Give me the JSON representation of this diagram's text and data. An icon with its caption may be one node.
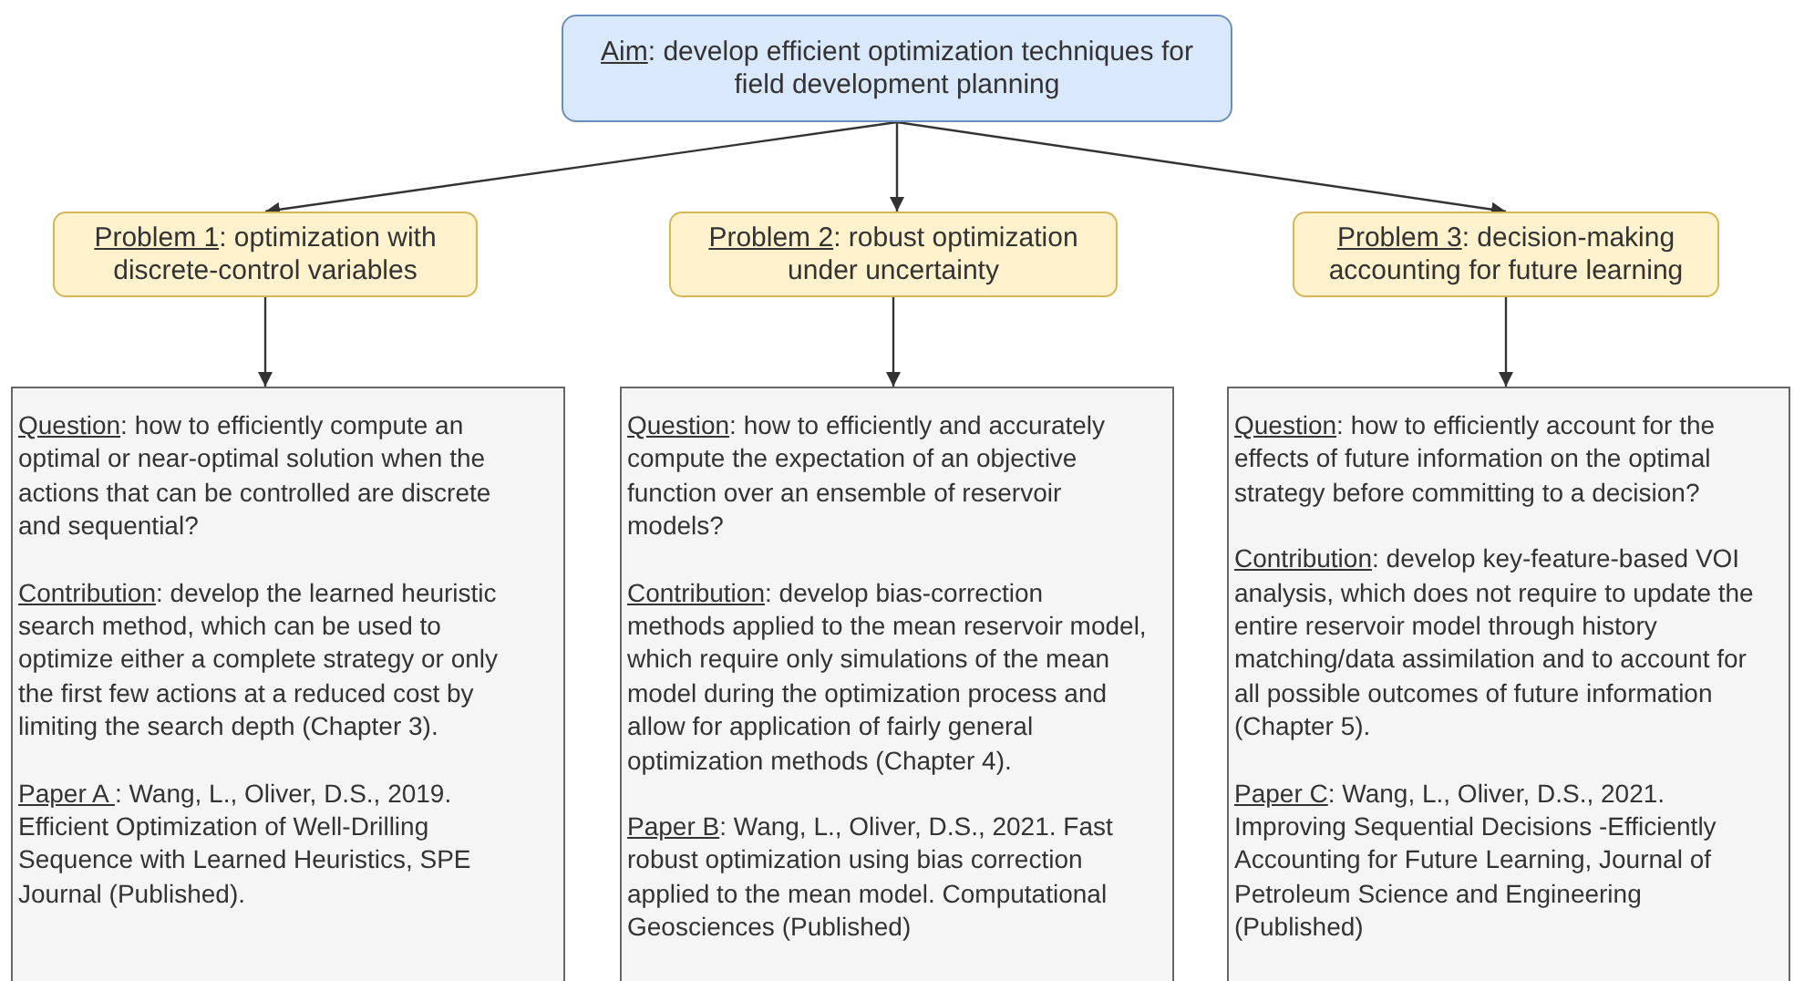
{
  "diagram": {
    "nodes": [
      {
        "text": [
          "Aim: develop efficient optimization techniques for field development planning"
        ]
      },
      {
        "text": [
          "Problem 1: optimization with discrete-control variables"
        ]
      },
      {
        "text": [
          "Problem 2: robust optimization under uncertainty"
        ]
      },
      {
        "text": [
          "Problem 3: decision-making accounting for future learning"
        ]
      },
      {
        "text": [
          "Question: how to efficiently compute an optimal or near-optimal solution when the actions that can be controlled are discrete and sequential?",
          "Contribution: develop the learned heuristic search method, which can be used to optimize either a complete strategy or only the first few actions at a reduced cost by limiting the search depth (Chapter 3).",
          "Paper A : Wang, L., Oliver, D.S., 2019. Efficient Optimization of Well-Drilling Sequence with Learned Heuristics, SPE Journal (Published)."
        ]
      },
      {
        "text": [
          "Question: how to efficiently and accurately compute the expectation of an objective function over an ensemble of reservoir models?",
          "Contribution: develop bias-correction methods applied to the mean reservoir model, which require only simulations of the mean model during the optimization process and allow for application of fairly general optimization methods (Chapter 4).",
          "Paper B: Wang, L., Oliver, D.S., 2021. Fast robust optimization using bias correction applied to the mean model. Computational Geosciences (Published)"
        ]
      },
      {
        "text": [
          "Question: how to efficiently account for the effects of future information on the optimal strategy before committing to a decision?",
          "Contribution: develop key-feature-based VOI analysis, which does not require to update the entire reservoir model through history matching/data assimilation and to account for all possible outcomes of future information (Chapter 5).",
          "Paper C: Wang, L., Oliver, D.S., 2021. Improving Sequential Decisions -Efficiently Accounting for Future Learning, Journal of Petroleum Science and Engineering (Published)"
        ]
      }
    ],
    "edges": [
      {
        "from": 0,
        "to": 1,
        "arrow": "to"
      },
      {
        "from": 0,
        "to": 2,
        "arrow": "to"
      },
      {
        "from": 0,
        "to": 3,
        "arrow": "to"
      },
      {
        "from": 1,
        "to": 4,
        "arrow": "to"
      },
      {
        "from": 2,
        "to": 5,
        "arrow": "to"
      },
      {
        "from": 3,
        "to": 6,
        "arrow": "to"
      }
    ]
  }
}
